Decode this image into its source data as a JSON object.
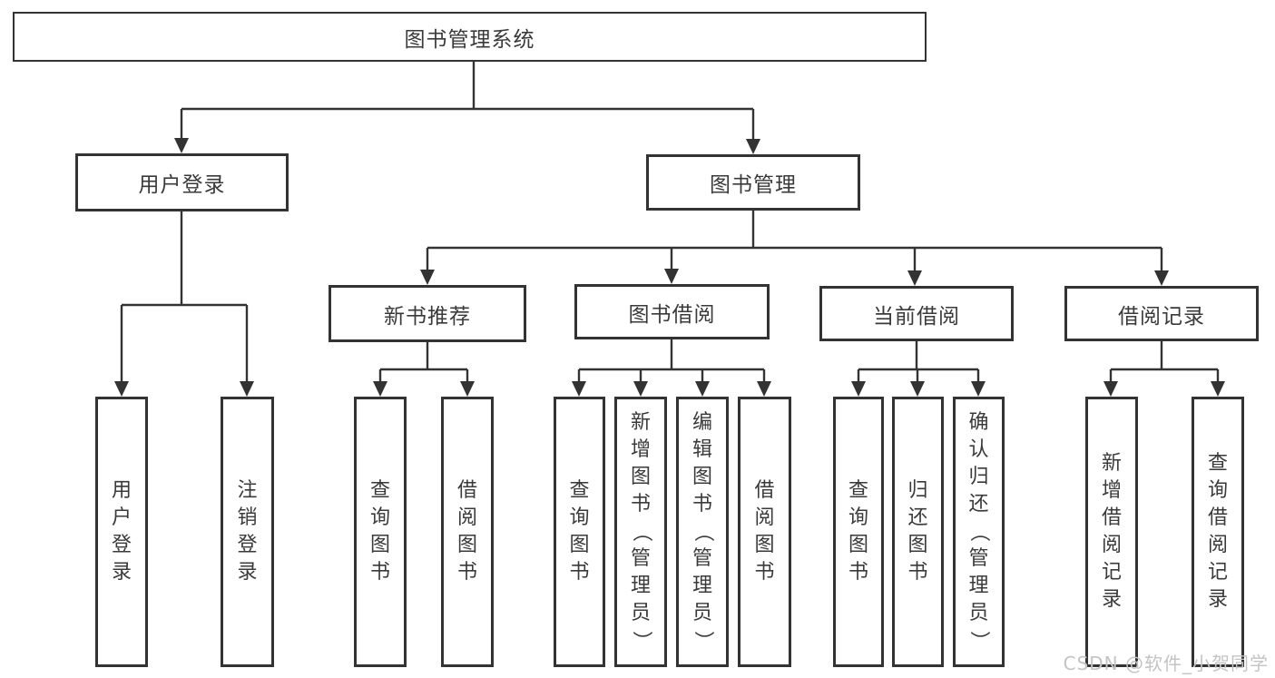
{
  "diagram": {
    "root": {
      "label": "图书管理系统"
    },
    "level2": [
      {
        "label": "用户登录"
      },
      {
        "label": "图书管理"
      }
    ],
    "level3": [
      {
        "label": "新书推荐"
      },
      {
        "label": "图书借阅"
      },
      {
        "label": "当前借阅"
      },
      {
        "label": "借阅记录"
      }
    ],
    "leaves": {
      "login": [
        "用户登录",
        "注销登录"
      ],
      "new_books": [
        "查询图书",
        "借阅图书"
      ],
      "borrow": [
        "查询图书",
        "新增图书（管理员）",
        "编辑图书（管理员）",
        "借阅图书"
      ],
      "current": [
        "查询图书",
        "归还图书",
        "确认归还（管理员）"
      ],
      "records": [
        "新增借阅记录",
        "查询借阅记录"
      ]
    }
  },
  "watermark": "CSDN @软件_小贺同学",
  "colors": {
    "line": "#333333",
    "text": "#3a3a3a",
    "watermark": "#c4c4c4",
    "background": "#ffffff"
  }
}
